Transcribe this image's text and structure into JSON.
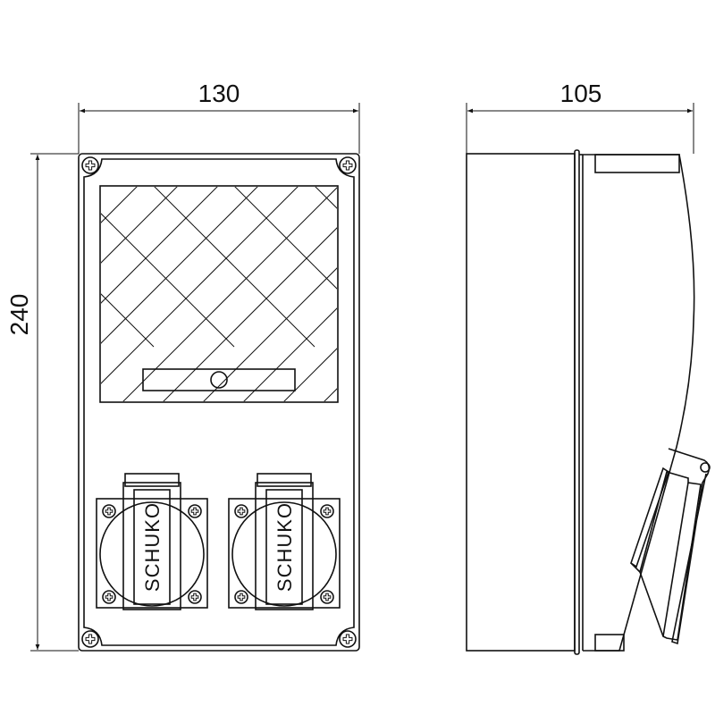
{
  "dimensions": {
    "width": "130",
    "depth": "105",
    "height": "240"
  },
  "sockets": [
    {
      "label": "SCHUKO"
    },
    {
      "label": "SCHUKO"
    }
  ],
  "colors": {
    "line": "#111111",
    "background": "#ffffff"
  }
}
